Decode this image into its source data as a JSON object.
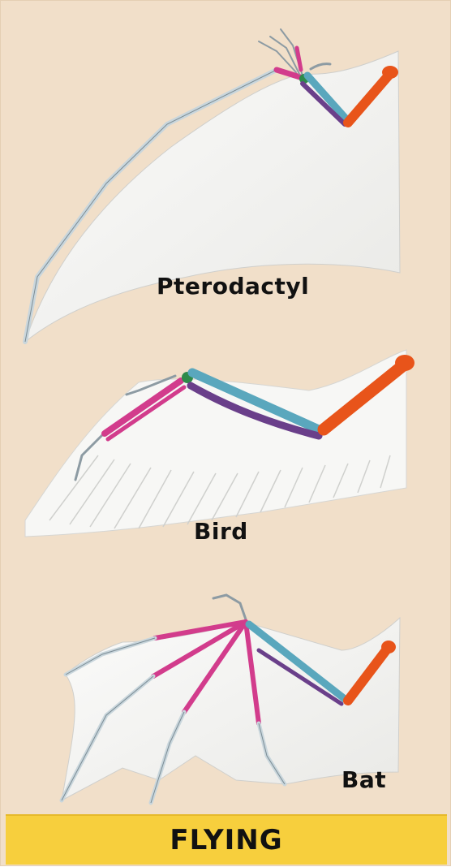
{
  "labels": {
    "pterodactyl": "Pterodactyl",
    "bird": "Bird",
    "bat": "Bat"
  },
  "banner": "FLYING",
  "colors": {
    "background": "#f1dfc9",
    "membrane": "#f3f3f1",
    "humerus": "#e8541a",
    "radius": "#5aa7bd",
    "ulna": "#6a3f8a",
    "carpals": "#2e8a4a",
    "metacarpals": "#d23c8c",
    "phalanges": "#c9d6dc",
    "banner": "#f7cf3d"
  }
}
